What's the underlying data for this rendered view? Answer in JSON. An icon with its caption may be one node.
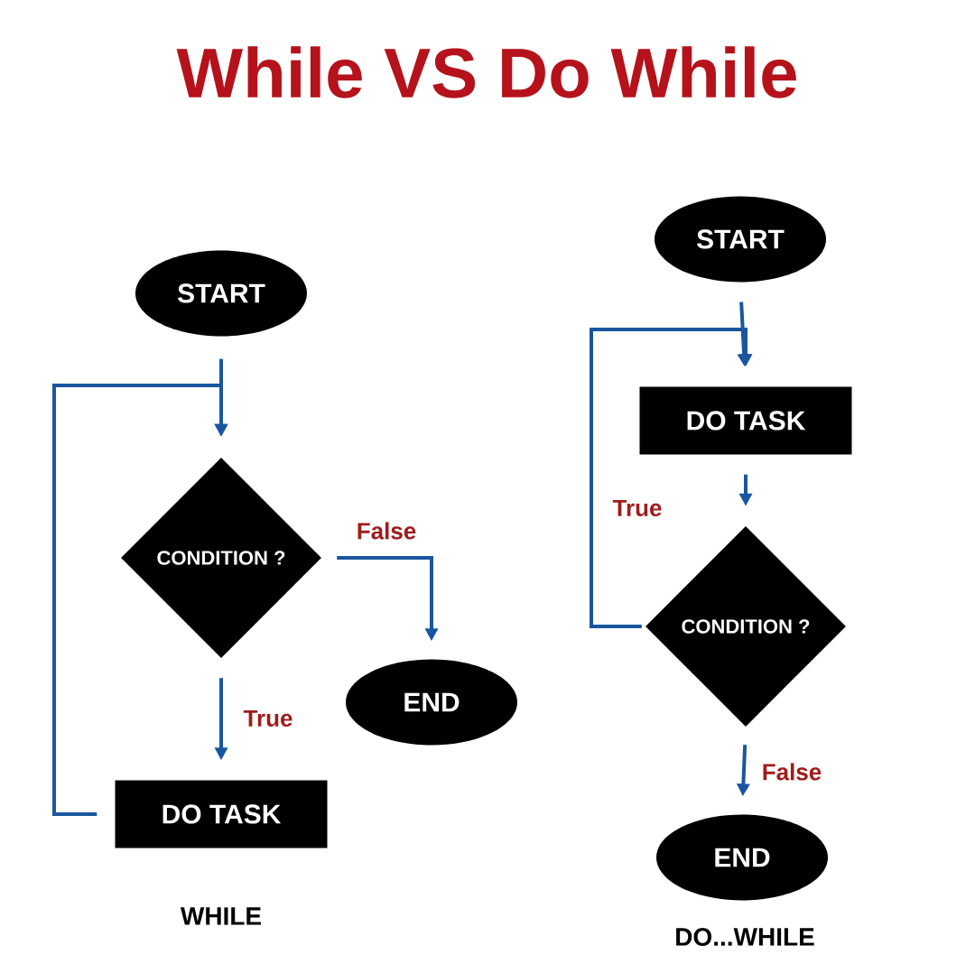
{
  "diagram": {
    "title": "While VS Do While",
    "nodes": [
      {
        "text": [
          "START"
        ]
      },
      {
        "text": [
          "CONDITION ?"
        ]
      },
      {
        "text": [
          "END"
        ]
      },
      {
        "text": [
          "DO TASK"
        ]
      },
      {
        "text": [
          "START"
        ]
      },
      {
        "text": [
          "DO TASK"
        ]
      },
      {
        "text": [
          "CONDITION ?"
        ]
      },
      {
        "text": [
          "END"
        ]
      }
    ],
    "edges": [
      {
        "from": 0,
        "to": 1,
        "arrow": "to"
      },
      {
        "from": 1,
        "to": 2,
        "arrow": "to",
        "label": "False"
      },
      {
        "from": 1,
        "to": 3,
        "arrow": "to",
        "label": "True"
      },
      {
        "from": 3,
        "to": 1,
        "arrow": "to"
      },
      {
        "from": 4,
        "to": 5,
        "arrow": "to"
      },
      {
        "from": 5,
        "to": 6,
        "arrow": "to"
      },
      {
        "from": 6,
        "to": 5,
        "arrow": "to",
        "label": "True"
      },
      {
        "from": 6,
        "to": 7,
        "arrow": "to",
        "label": "False"
      }
    ],
    "labels": [
      "WHILE",
      "DO...WHILE"
    ]
  }
}
